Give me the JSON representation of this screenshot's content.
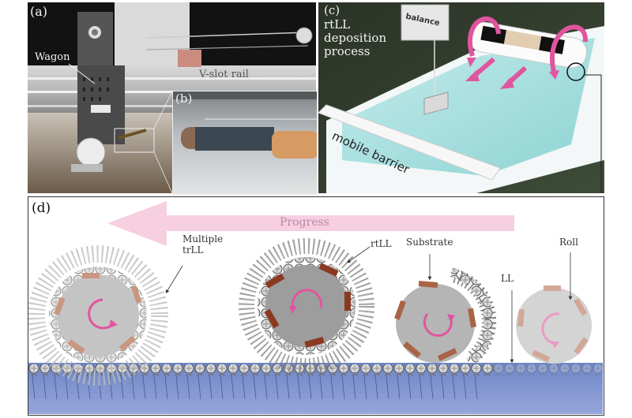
{
  "figure": {
    "panels": {
      "a": {
        "label": "(a)",
        "annotations": {
          "wagon": "Wagon",
          "rail": "V-slot rail"
        }
      },
      "b": {
        "label": "(b)"
      },
      "c": {
        "label": "(c)",
        "title_lines": [
          "rtLL",
          "deposition",
          "process"
        ],
        "annotations": {
          "balance": "balance",
          "barrier": "mobile barrier"
        }
      },
      "d": {
        "label": "(d)",
        "progress_label": "Progress",
        "annotations": {
          "multiple_trll": [
            "Multiple",
            "trLL"
          ],
          "rtll": "rtLL",
          "substrate": "Substrate",
          "ll": "LL",
          "roll": "Roll"
        }
      }
    },
    "colors": {
      "progress_arrow": "#f6cfe0",
      "rotation_arrow": "#e0559f",
      "substrate_patch": "#8b3a22",
      "substrate_patch_light": "#c9967f",
      "roll_fill": "#9a9a9a",
      "water": "#8ea0d6",
      "trough_water": "#a8dfe0"
    }
  }
}
